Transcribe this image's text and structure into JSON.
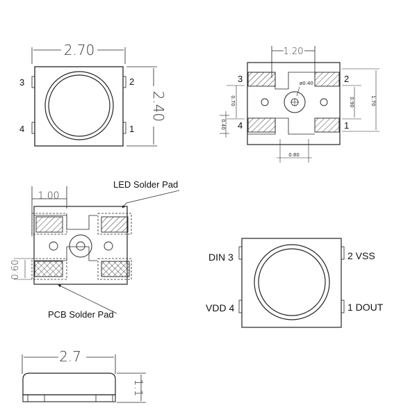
{
  "top_view": {
    "width_dim": "2.70",
    "height_dim": "2.40",
    "pins": [
      "3",
      "2",
      "4",
      "1"
    ]
  },
  "bottom_view": {
    "pitch_dim": "1.20",
    "hole_dim": "ø0.40",
    "dim_070": "0.70",
    "dim_090": "0.90",
    "dim_170": "1.70",
    "dim_040": "0.40",
    "dim_080": "0.80",
    "pins": [
      "3",
      "2",
      "4",
      "1"
    ]
  },
  "pad_view": {
    "pad_dim": "1.00",
    "pad_height_dim": "0.60",
    "led_label": "LED Solder Pad",
    "pcb_label": "PCB Solder Pad"
  },
  "pinout_view": {
    "din": "DIN 3",
    "vss": "2  VSS",
    "vdd": "VDD  4",
    "dout": "1 DOUT"
  },
  "side_view": {
    "length_dim": "2.7",
    "height_dim": "1.1"
  }
}
